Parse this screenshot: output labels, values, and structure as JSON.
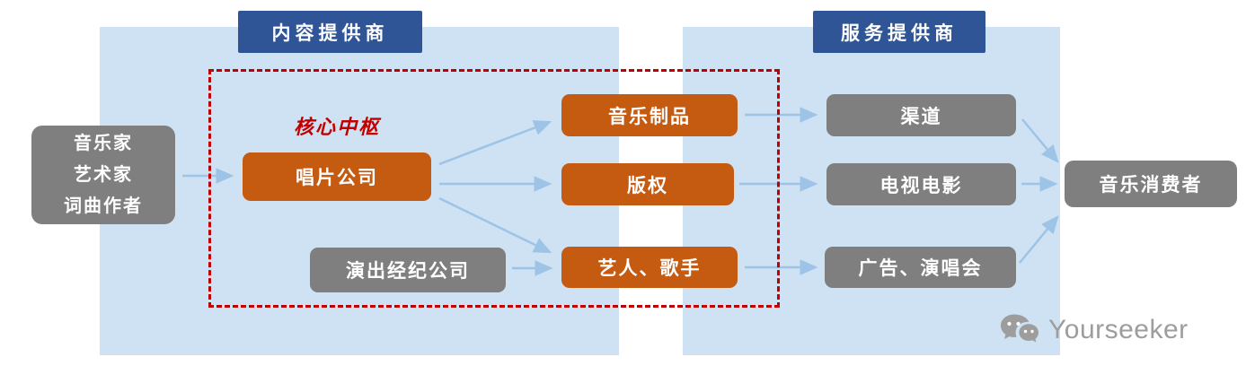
{
  "headers": {
    "content_provider": "内容提供商",
    "service_provider": "服务提供商"
  },
  "labels": {
    "core_hub": "核心中枢"
  },
  "nodes": {
    "creators": {
      "line1": "音乐家",
      "line2": "艺术家",
      "line3": "词曲作者"
    },
    "record_company": "唱片公司",
    "performance_agency": "演出经纪公司",
    "music_products": "音乐制品",
    "copyright": "版权",
    "artists_singers": "艺人、歌手",
    "channels": "渠道",
    "tv_movies": "电视电影",
    "ads_concerts": "广告、演唱会",
    "music_consumers": "音乐消费者"
  },
  "watermark": {
    "brand": "Yourseeker",
    "icon": "wechat-icon"
  },
  "colors": {
    "panel_blue": "#cfe2f3",
    "header_blue": "#2f5597",
    "orange": "#c55a11",
    "gray": "#7f7f7f",
    "red": "#c00000",
    "arrow_blue": "#9dc3e6",
    "watermark_gray": "#9d9d9d"
  }
}
